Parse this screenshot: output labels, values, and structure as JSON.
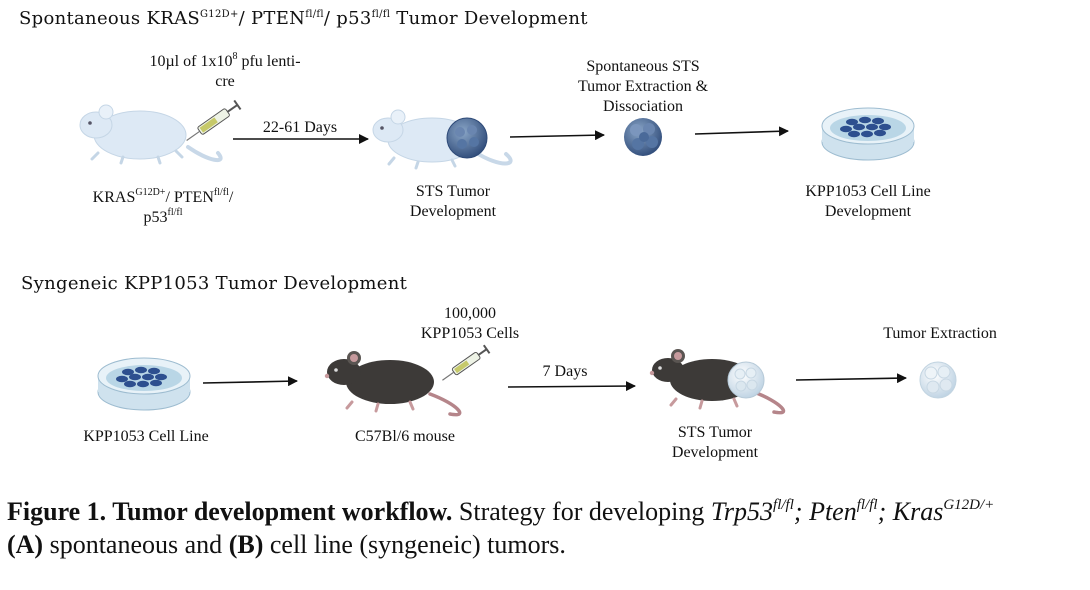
{
  "section_a": {
    "title_start": "Spontaneous KRAS",
    "title_sup1": "G12D+",
    "title_mid1": "/ PTEN",
    "title_sup2": "fl/fl",
    "title_mid2": "/ p53",
    "title_sup3": "fl/fl",
    "title_end": " Tumor Development",
    "injection_line1_start": "10µl of 1x10",
    "injection_line1_sup": "8",
    "injection_line1_end": " pfu lenti-",
    "injection_line2": "cre",
    "mouse_label_kras": "KRAS",
    "mouse_label_sup1": "G12D+",
    "mouse_label_pten": "/ PTEN",
    "mouse_label_sup2": "fl/fl",
    "mouse_label_slash": "/",
    "mouse_label_p53": "p53",
    "mouse_label_sup3": "fl/fl",
    "days_label": "22-61 Days",
    "tumor_label_line1": "STS Tumor",
    "tumor_label_line2": "Development",
    "extraction_line1": "Spontaneous STS",
    "extraction_line2": "Tumor Extraction &",
    "extraction_line3": "Dissociation",
    "cellline_line1": "KPP1053 Cell Line",
    "cellline_line2": "Development"
  },
  "section_b": {
    "title": "Syngeneic KPP1053 Tumor Development",
    "dish_label": "KPP1053 Cell Line",
    "mouse_label": "C57Bl/6 mouse",
    "cells_line1": "100,000",
    "cells_line2": "KPP1053 Cells",
    "days_label": "7 Days",
    "tumor_label_line1": "STS Tumor",
    "tumor_label_line2": "Development",
    "extraction_label": "Tumor Extraction"
  },
  "caption": {
    "bold_title": "Figure 1. Tumor development workflow.",
    "text1": " Strategy for developing ",
    "gene1": "Trp53",
    "gene1_sup": "fl/fl",
    "sep1": "; ",
    "gene2": "Pten",
    "gene2_sup": "fl/fl",
    "sep2": "; ",
    "gene3": "Kras",
    "gene3_sup": "G12D/+",
    "part_a": "(A)",
    "text2": " spontaneous and ",
    "part_b": "(B)",
    "text3": " cell line (syngeneic) tumors."
  },
  "colors": {
    "white_mouse": "#dde9f5",
    "black_mouse": "#3d3a38",
    "tail": "#b5858a",
    "tumor_dark": "#3d5a8a",
    "tumor_light": "#d9e6ef",
    "dish": "#b9d6e6",
    "cell": "#2d4f8f"
  }
}
